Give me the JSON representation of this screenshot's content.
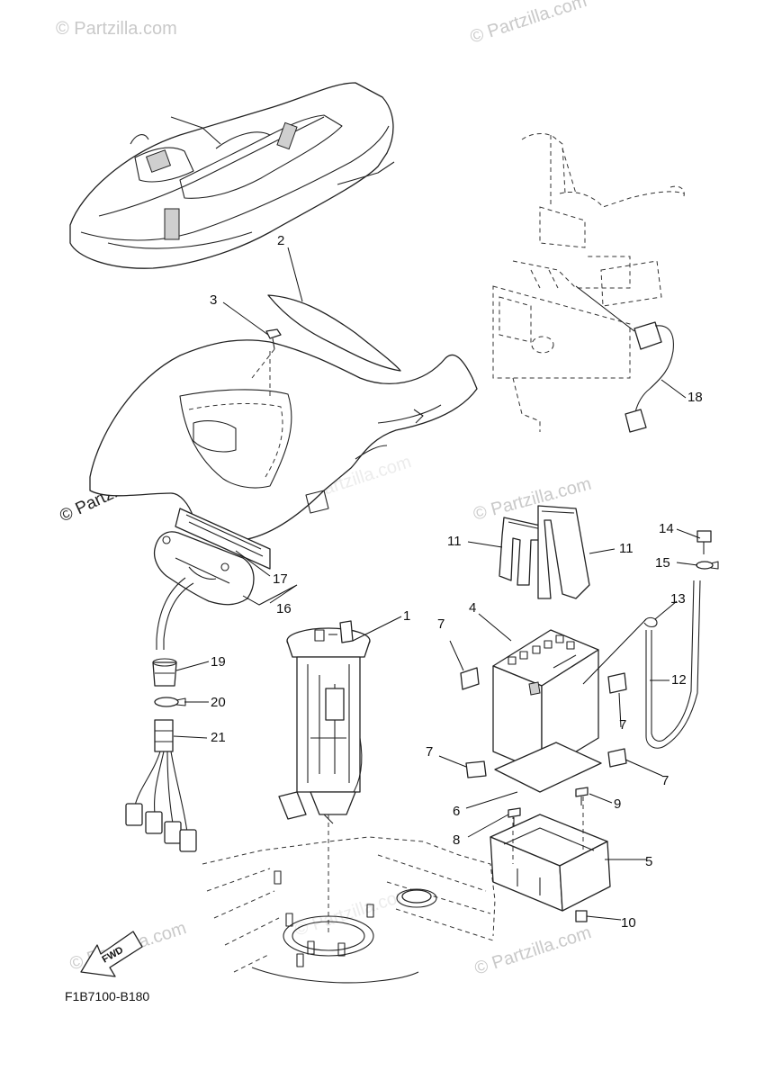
{
  "diagram_code": "F1B7100-B180",
  "fwd_label": "FWD",
  "watermarks": [
    "© Partzilla.com",
    "© Partzilla.com",
    "© Partzilla.com",
    "© Partzilla.com",
    "© Partzilla.com",
    "© Partzilla.com",
    "© Partzilla.com",
    "© Partzilla.com"
  ],
  "callouts": [
    "1",
    "2",
    "3",
    "4",
    "5",
    "6",
    "7",
    "7",
    "7",
    "7",
    "8",
    "9",
    "10",
    "11",
    "11",
    "12",
    "13",
    "14",
    "15",
    "16",
    "17",
    "18",
    "19",
    "20",
    "21"
  ]
}
